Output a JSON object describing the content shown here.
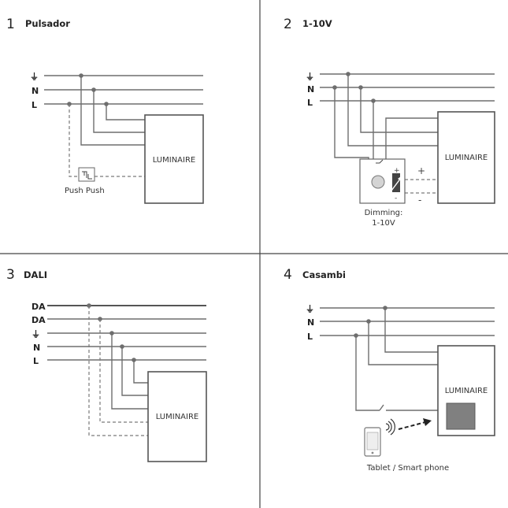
{
  "panels": [
    {
      "number": "1",
      "title": "Pulsador",
      "wires": [
        "⏚",
        "N",
        "L"
      ],
      "luminaire": "LUMINAIRE",
      "switch_label": "Push Push"
    },
    {
      "number": "2",
      "title": "1-10V",
      "wires": [
        "⏚",
        "N",
        "L"
      ],
      "luminaire": "LUMINAIRE",
      "plus": "+",
      "minus": "-",
      "dimmer_caption": [
        "Dimming:",
        "1-10V"
      ]
    },
    {
      "number": "3",
      "title": "DALI",
      "wires": [
        "DA",
        "DA",
        "⏚",
        "N",
        "L"
      ],
      "luminaire": "LUMINAIRE"
    },
    {
      "number": "4",
      "title": "Casambi",
      "wires": [
        "⏚",
        "N",
        "L"
      ],
      "luminaire": "LUMINAIRE",
      "device_caption": "Tablet / Smart phone"
    }
  ],
  "colors": {
    "wire": "#6e6e6e",
    "divider": "#444444",
    "module": "#808080",
    "text": "#222222"
  }
}
